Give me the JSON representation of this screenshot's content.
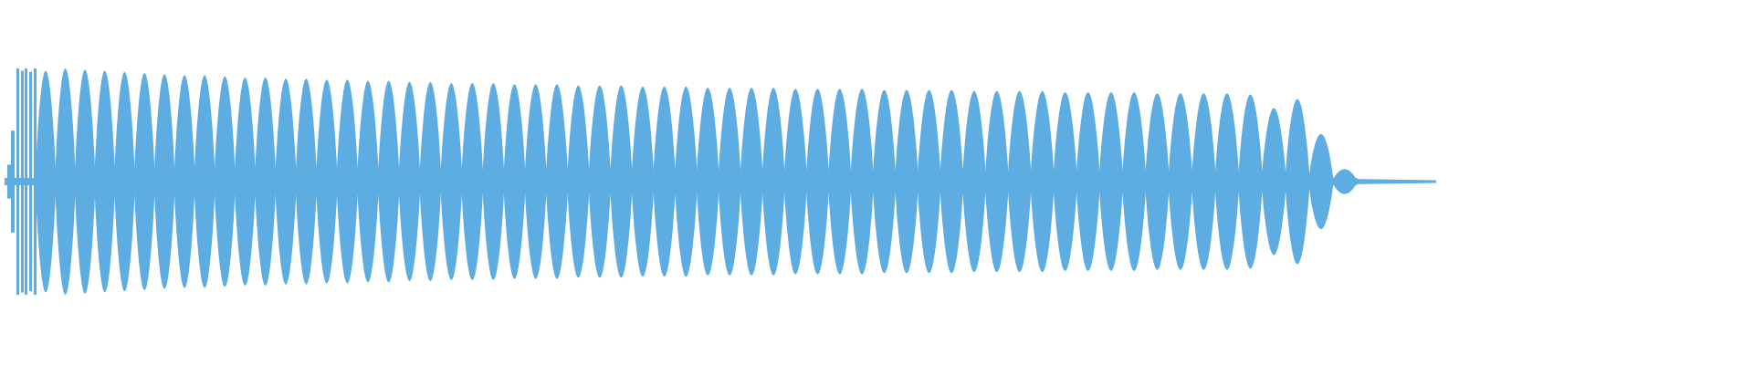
{
  "chart_data": {
    "type": "area",
    "title": "",
    "xlabel": "",
    "ylabel": "",
    "ylim": [
      -1,
      1
    ],
    "grid": false,
    "legend": "none",
    "color": "#5DACE2",
    "description_of_series": "",
    "onset_spike_amplitudes": [
      0.15,
      0.45,
      1.0,
      0.98,
      1.0,
      0.97,
      1.0
    ],
    "lobe_amplitudes": [
      0.98,
      1.0,
      0.99,
      0.98,
      0.97,
      0.96,
      0.95,
      0.94,
      0.94,
      0.93,
      0.92,
      0.92,
      0.91,
      0.91,
      0.9,
      0.9,
      0.89,
      0.89,
      0.88,
      0.88,
      0.87,
      0.87,
      0.87,
      0.86,
      0.86,
      0.86,
      0.85,
      0.85,
      0.85,
      0.84,
      0.84,
      0.84,
      0.83,
      0.83,
      0.83,
      0.83,
      0.82,
      0.82,
      0.82,
      0.82,
      0.81,
      0.81,
      0.81,
      0.81,
      0.8,
      0.8,
      0.8,
      0.8,
      0.79,
      0.79,
      0.79,
      0.79,
      0.78,
      0.78,
      0.78,
      0.78,
      0.77,
      0.65,
      0.73,
      0.42,
      0.11
    ],
    "tail_amplitude": 0.02
  }
}
